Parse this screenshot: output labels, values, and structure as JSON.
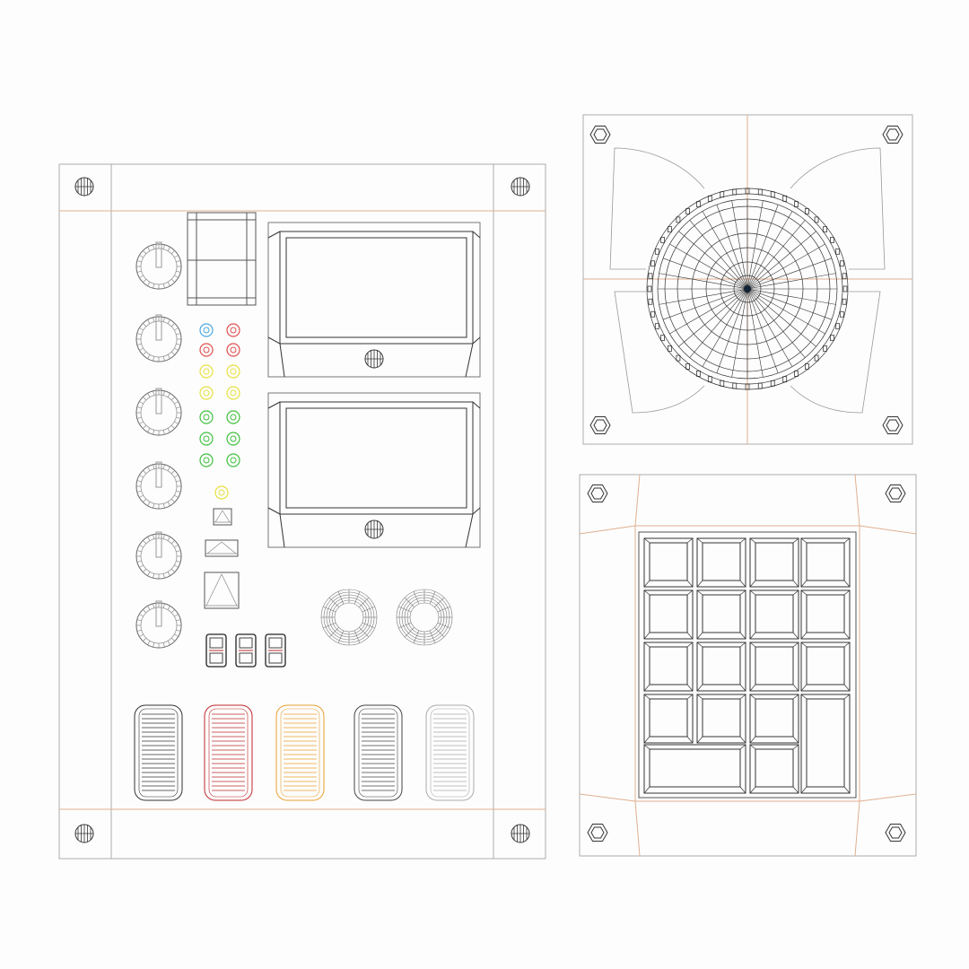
{
  "colors": {
    "wire": "#555555",
    "seam": "#e0b090",
    "led_blue": "#4aa8e0",
    "led_red": "#e05050",
    "led_yellow": "#e8e040",
    "led_green": "#40c040",
    "digit_accent": "#c03030"
  },
  "control_panel": {
    "led_rows": [
      [
        "led_blue",
        "led_red"
      ],
      [
        "led_red",
        "led_red"
      ],
      [
        "led_yellow",
        "led_yellow"
      ],
      [
        "led_yellow",
        "led_yellow"
      ],
      [
        "led_green",
        "led_green"
      ],
      [
        "led_green",
        "led_green"
      ],
      [
        "led_green",
        "led_green"
      ]
    ],
    "single_led": "led_yellow",
    "fader_colors": [
      "#333333",
      "#c0282d",
      "#e8a030",
      "#444444",
      "#aaaaaa"
    ]
  },
  "icons": {
    "screw": "screw-icon",
    "hex_nut": "hex-nut-icon"
  }
}
